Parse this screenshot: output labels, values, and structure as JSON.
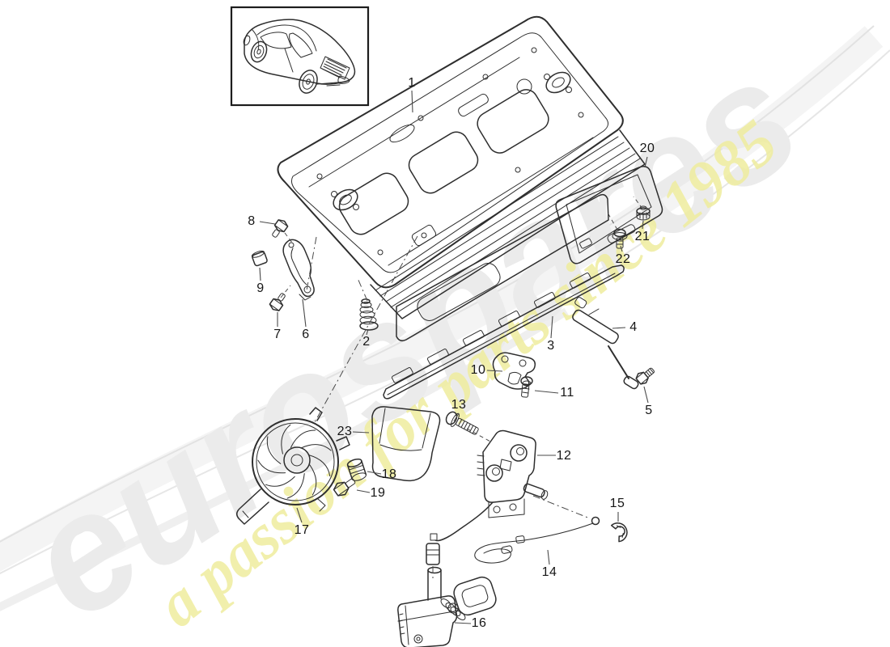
{
  "watermark": {
    "brand": "eurospares",
    "tagline": "a passion for parts since 1985",
    "brand_color": "#ebebeb",
    "tagline_color": "#efec9e"
  },
  "parts": [
    {
      "number": "1"
    },
    {
      "number": "2"
    },
    {
      "number": "3"
    },
    {
      "number": "4"
    },
    {
      "number": "5"
    },
    {
      "number": "6"
    },
    {
      "number": "7"
    },
    {
      "number": "8"
    },
    {
      "number": "9"
    },
    {
      "number": "10"
    },
    {
      "number": "11"
    },
    {
      "number": "12"
    },
    {
      "number": "13"
    },
    {
      "number": "14"
    },
    {
      "number": "15"
    },
    {
      "number": "16"
    },
    {
      "number": "17"
    },
    {
      "number": "18"
    },
    {
      "number": "19"
    },
    {
      "number": "20"
    },
    {
      "number": "21"
    },
    {
      "number": "22"
    },
    {
      "number": "23"
    }
  ]
}
